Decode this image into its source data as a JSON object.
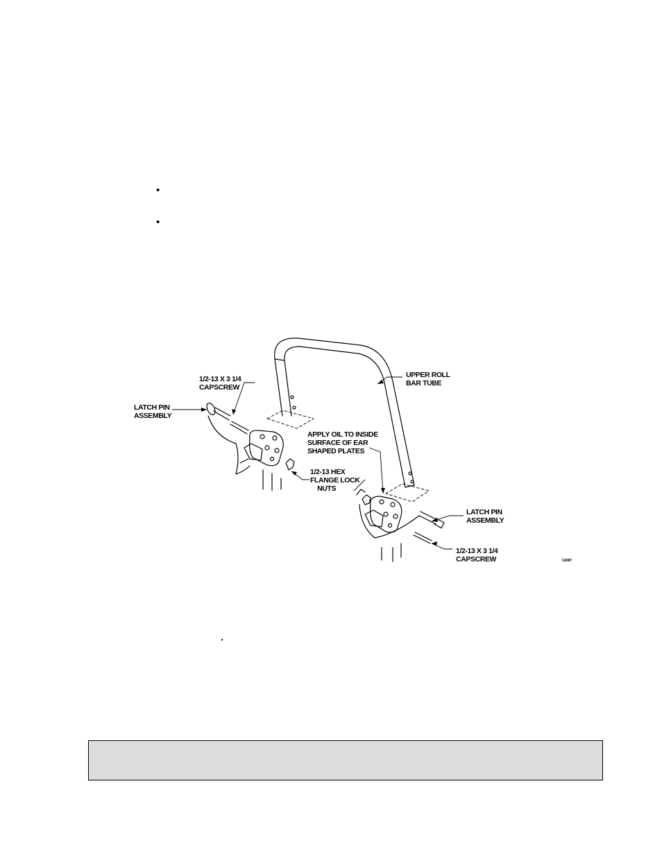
{
  "bullets": [
    "•",
    "•"
  ],
  "figure": {
    "labels": {
      "capscrew_top": "1/2-13 X 3 1/4\nCAPSCREW",
      "latch_left": "LATCH PIN\nASSEMBLY",
      "upper_tube": "UPPER ROLL\nBAR TUBE",
      "apply_oil": "APPLY OIL TO INSIDE\nSURFACE OF EAR\nSHAPED PLATES",
      "hex_nuts": "1/2-13 HEX\nFLANGE LOCK\n    NUTS",
      "latch_right": "LATCH PIN\nASSEMBLY",
      "capscrew_bottom": "1/2-13 X 3 1/4\nCAPSCREW"
    },
    "code": "G0087"
  },
  "note_box": {
    "text": ""
  }
}
